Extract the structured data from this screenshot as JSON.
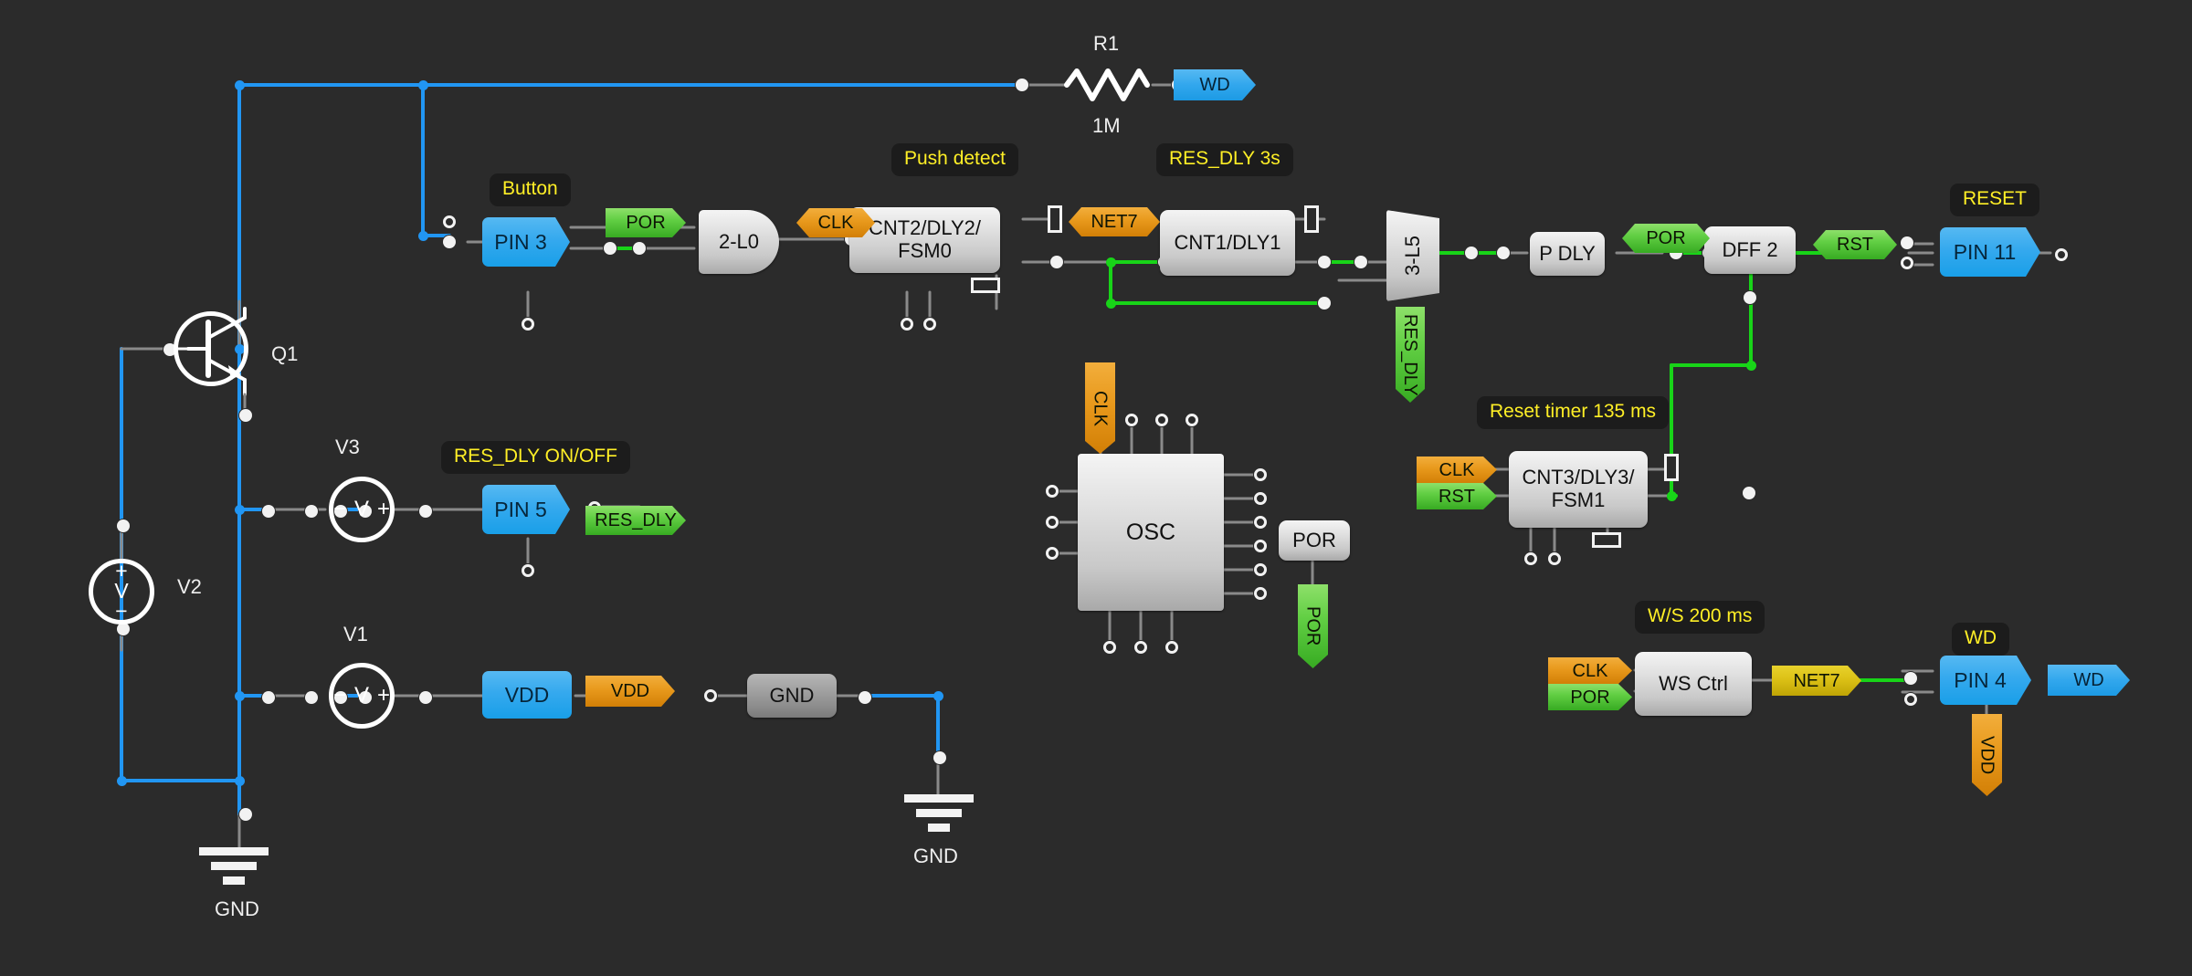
{
  "meta": {
    "background": "#2b2b2b",
    "wire_blue": "#2196f3",
    "wire_green": "#18d418",
    "wire_grey": "#8a8a8a",
    "tag_text_color": "#ffef26"
  },
  "annotations": [
    {
      "id": "button",
      "label": "Button"
    },
    {
      "id": "push_detect",
      "label": "Push detect"
    },
    {
      "id": "res_dly_3s",
      "label": "RES_DLY 3s"
    },
    {
      "id": "reset",
      "label": "RESET"
    },
    {
      "id": "res_dly_onoff",
      "label": "RES_DLY ON/OFF"
    },
    {
      "id": "reset_timer",
      "label": "Reset timer 135 ms"
    },
    {
      "id": "ws_200ms",
      "label": "W/S 200 ms"
    },
    {
      "id": "wd",
      "label": "WD"
    }
  ],
  "components": {
    "r1": {
      "refdes": "R1",
      "value": "1M"
    },
    "q1": {
      "refdes": "Q1"
    },
    "v1": {
      "refdes": "V1"
    },
    "v2": {
      "refdes": "V2"
    },
    "v3": {
      "refdes": "V3"
    },
    "gnd_left": {
      "label": "GND"
    },
    "gnd_center": {
      "label": "GND"
    }
  },
  "blocks": {
    "and_gate": {
      "label": "2-L0"
    },
    "cnt2": {
      "label": "CNT2/DLY2/\nFSM0"
    },
    "cnt1": {
      "label": "CNT1/DLY1"
    },
    "mux": {
      "label": "3-L5"
    },
    "pdly": {
      "label": "P DLY"
    },
    "dff2": {
      "label": "DFF 2"
    },
    "cnt3": {
      "label": "CNT3/DLY3/\nFSM1"
    },
    "ws_ctrl": {
      "label": "WS Ctrl"
    },
    "osc": {
      "label": "OSC"
    },
    "por_block": {
      "label": "POR"
    },
    "vdd_block": {
      "label": "VDD"
    },
    "gnd_block": {
      "label": "GND"
    }
  },
  "pins": {
    "pin3": {
      "label": "PIN 3"
    },
    "pin5": {
      "label": "PIN 5"
    },
    "pin11": {
      "label": "PIN 11"
    },
    "pin4": {
      "label": "PIN 4"
    }
  },
  "nets": {
    "wd_top": {
      "label": "WD",
      "color": "blue"
    },
    "por_and": {
      "label": "POR",
      "color": "green"
    },
    "clk_cnt2": {
      "label": "CLK",
      "color": "orange"
    },
    "net7_mid": {
      "label": "NET7",
      "color": "orange"
    },
    "res_dly_mux": {
      "label": "RES_DLY",
      "color": "green"
    },
    "por_dff": {
      "label": "POR",
      "color": "green"
    },
    "rst_out": {
      "label": "RST",
      "color": "green"
    },
    "res_dly_pin5": {
      "label": "RES_DLY",
      "color": "green"
    },
    "vdd_net": {
      "label": "VDD",
      "color": "orange"
    },
    "clk_osc": {
      "label": "CLK",
      "color": "orange"
    },
    "por_out": {
      "label": "POR",
      "color": "green"
    },
    "clk_cnt3": {
      "label": "CLK",
      "color": "orange"
    },
    "rst_cnt3": {
      "label": "RST",
      "color": "green"
    },
    "clk_ws": {
      "label": "CLK",
      "color": "orange"
    },
    "por_ws": {
      "label": "POR",
      "color": "green"
    },
    "net7_ws": {
      "label": "NET7",
      "color": "gold"
    },
    "vdd_pin4": {
      "label": "VDD",
      "color": "orange"
    },
    "wd_pin4": {
      "label": "WD",
      "color": "blue"
    }
  }
}
